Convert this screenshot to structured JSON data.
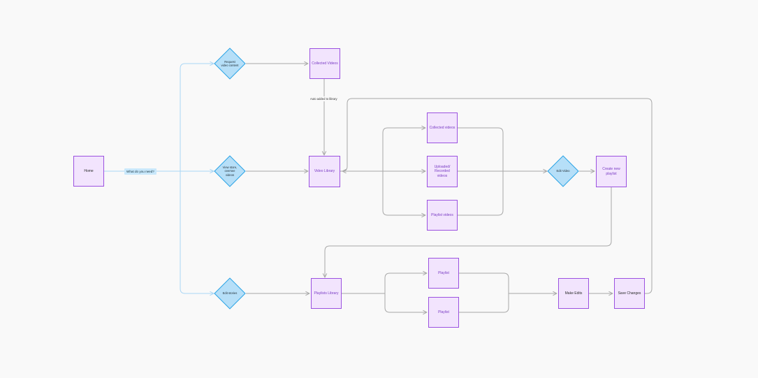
{
  "colors": {
    "background": "#f9f9f9",
    "process_fill": "#f2e4fd",
    "process_stroke": "#9b51e0",
    "decision_fill": "#b6dff8",
    "decision_stroke": "#29a3e6",
    "blue_connector": "#a9d6f5",
    "gray_connector": "#a8a8a8"
  },
  "diagram": {
    "nodes": {
      "home": "Home",
      "collected_videos_top": "Collected Videos",
      "video_library": "Video Library",
      "collected_videos": "Collected videos",
      "uploaded_recorded": "Uploaded/ Recorded videos",
      "playlist_videos": "Playlist videos",
      "create_playlist": "Create new playlist",
      "playlists_library": "Playlists Library",
      "playlist_1": "Playlist",
      "playlist_2": "Playlist",
      "make_edits": "Make Edits",
      "save_changes": "Save Changes"
    },
    "decisions": {
      "request_video": "Request video content",
      "view_videos": "View store, oversee videos",
      "edit_stories": "Edit stories",
      "edit_video": "Edit Video"
    },
    "labels": {
      "question": "What do you need?",
      "auto_added": "Auto added to library"
    }
  }
}
